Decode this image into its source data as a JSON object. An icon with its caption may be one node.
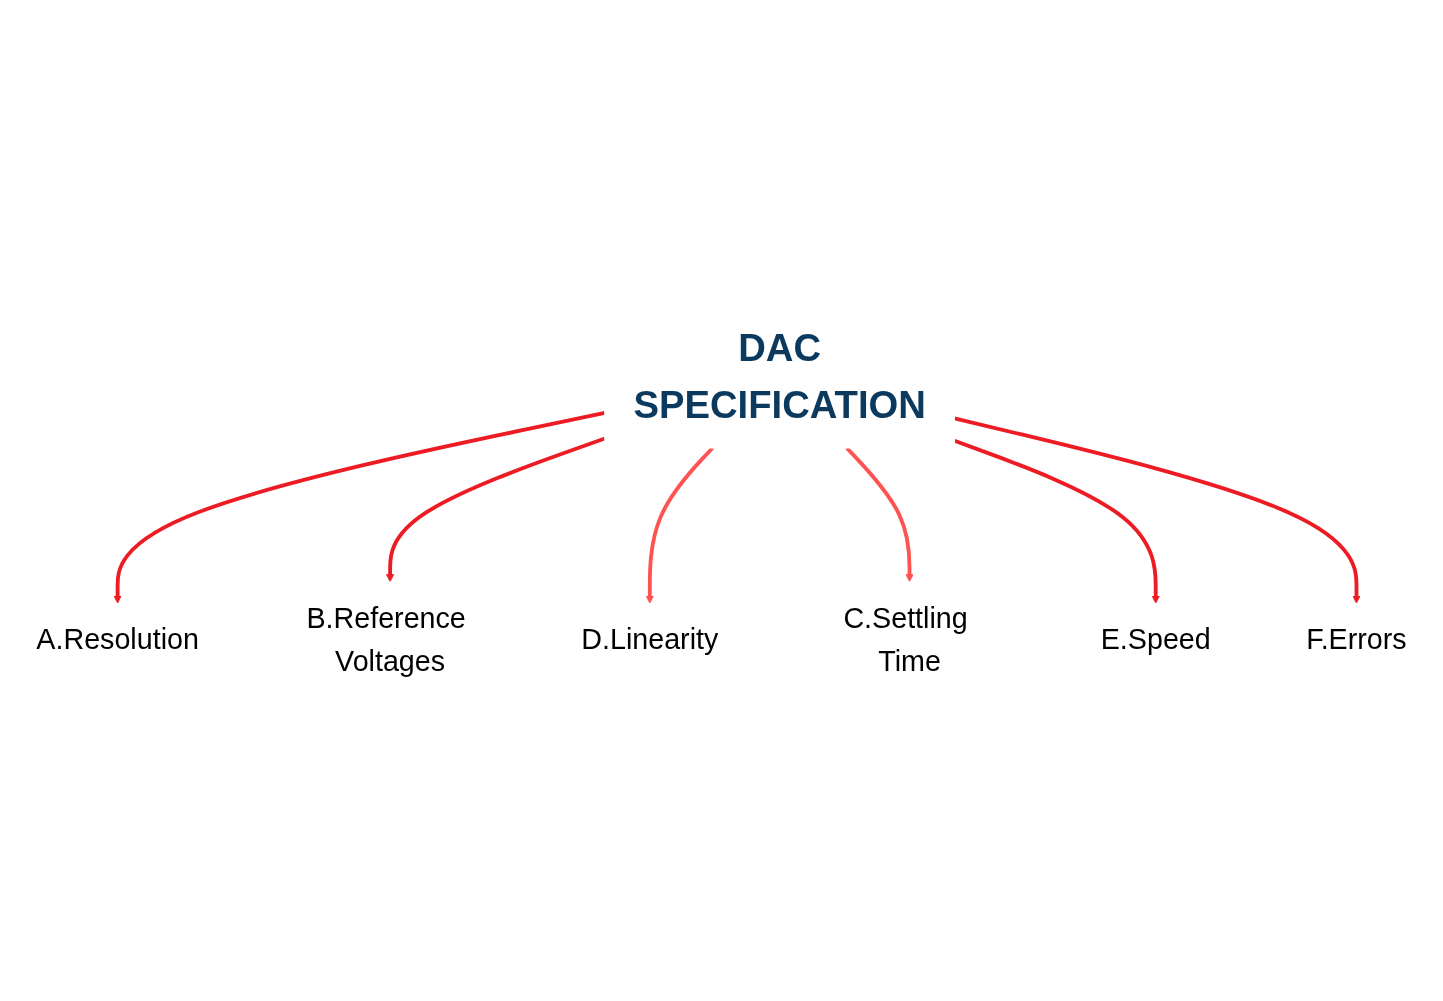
{
  "diagram": {
    "nodes": [
      {
        "text": [
          "A.Resolution"
        ]
      },
      {
        "text": [
          "B.Reference Voltages"
        ]
      },
      {
        "text": [
          "DAC",
          "SPECIFICATION"
        ]
      },
      {
        "text": [
          "D.Linearity"
        ]
      },
      {
        "text": [
          "C.Settling Time"
        ]
      },
      {
        "text": [
          "E.Speed"
        ]
      },
      {
        "text": [
          "F.Errors"
        ]
      }
    ],
    "edges": [
      {
        "from": 2,
        "to": 0,
        "arrow": "to"
      },
      {
        "from": 2,
        "to": 1,
        "arrow": "to"
      },
      {
        "from": 2,
        "to": 3,
        "arrow": "to",
        "color": "#ff5252"
      },
      {
        "from": 2,
        "to": 4,
        "arrow": "to",
        "color": "#ff5252"
      },
      {
        "from": 2,
        "to": 5,
        "arrow": "to"
      },
      {
        "from": 2,
        "to": 6,
        "arrow": "to"
      }
    ]
  }
}
